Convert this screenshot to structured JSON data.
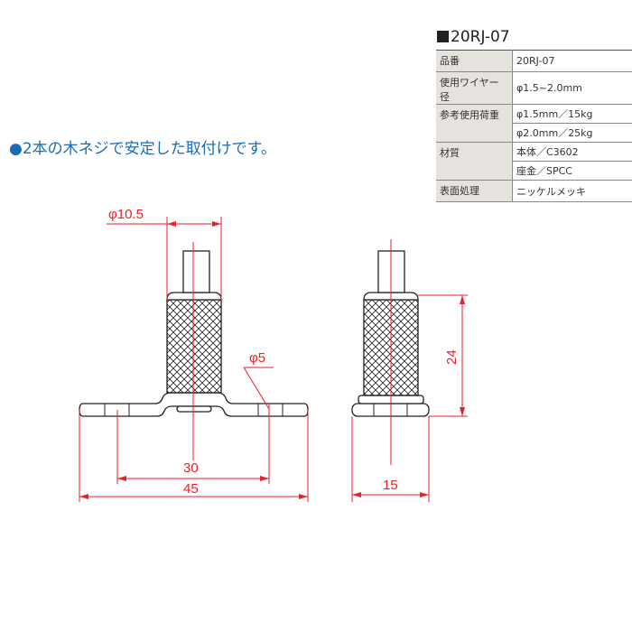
{
  "spec": {
    "title": "20RJ-07",
    "rows": [
      {
        "label": "品番",
        "values": [
          "20RJ-07"
        ]
      },
      {
        "label": "使用ワイヤー径",
        "values": [
          "φ1.5~2.0mm"
        ]
      },
      {
        "label": "参考使用荷重",
        "values": [
          "φ1.5mm／15kg",
          "φ2.0mm／25kg"
        ]
      },
      {
        "label": "材質",
        "values": [
          "本体／C3602",
          "座金／SPCC"
        ]
      },
      {
        "label": "表面処理",
        "values": [
          "ニッケルメッキ"
        ]
      }
    ]
  },
  "headline": "●2本の木ネジで安定した取付けです。",
  "dimensions": {
    "diameter_top": "φ10.5",
    "hole": "φ5",
    "hole_pitch": "30",
    "width": "45",
    "height": "24",
    "depth": "15"
  },
  "colors": {
    "dimension": "#e8212a",
    "headline": "#1a6cb5"
  }
}
